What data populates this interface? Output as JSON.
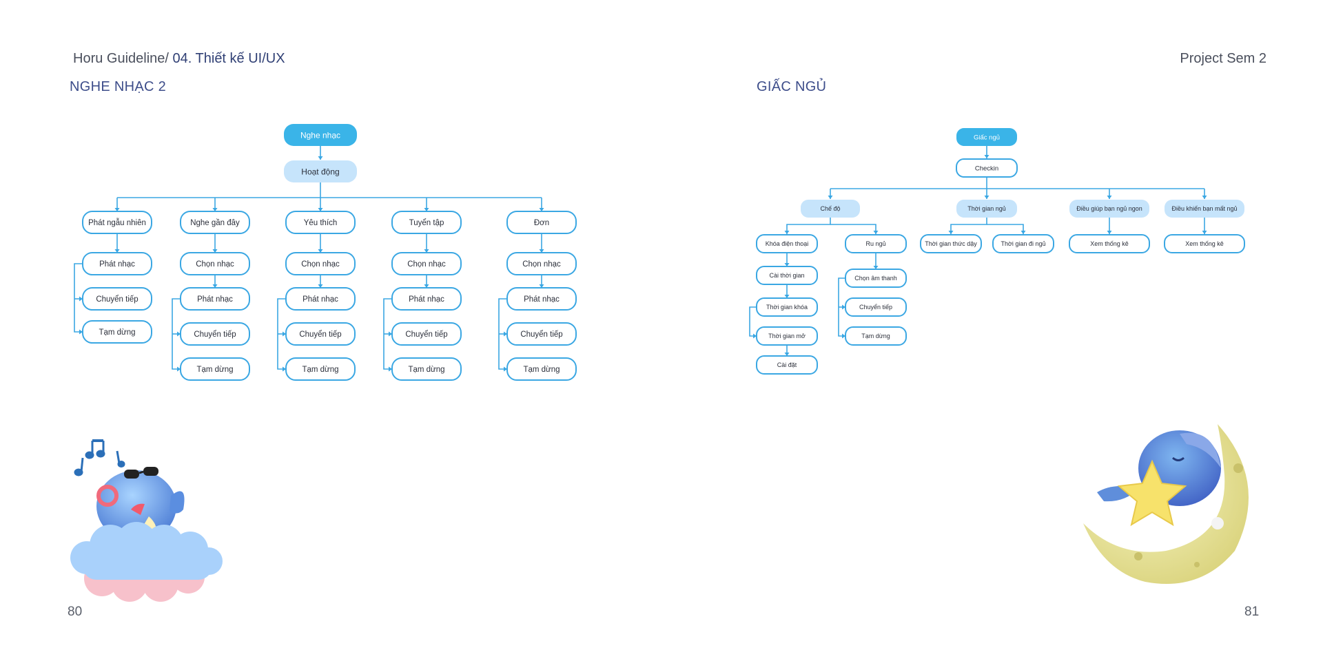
{
  "header": {
    "breadcrumb_prefix": "Horu Guideline/ ",
    "breadcrumb_current": "04. Thiết kế UI/UX",
    "project": "Project Sem 2"
  },
  "colors": {
    "node_filled": "#3ab4e8",
    "node_light": "#c6e4fb",
    "node_border": "#3aa7e3",
    "node_text": "#2b2f3a",
    "connector": "#3aa7e3"
  },
  "left": {
    "title": "NGHE NHẠC 2",
    "page_number": "80",
    "root": "Nghe nhạc",
    "level1": "Hoạt động",
    "columns": [
      {
        "header": "Phát ngẫu nhiên",
        "items": [
          "Phát nhạc",
          "Chuyển tiếp",
          "Tạm dừng"
        ]
      },
      {
        "header": "Nghe gần đây",
        "items": [
          "Chọn nhạc",
          "Phát nhạc",
          "Chuyển tiếp",
          "Tạm dừng"
        ]
      },
      {
        "header": "Yêu thích",
        "items": [
          "Chọn nhạc",
          "Phát nhạc",
          "Chuyển tiếp",
          "Tạm dừng"
        ]
      },
      {
        "header": "Tuyển tập",
        "items": [
          "Chọn nhạc",
          "Phát nhạc",
          "Chuyển tiếp",
          "Tạm dừng"
        ]
      },
      {
        "header": "Đơn",
        "items": [
          "Chọn nhạc",
          "Phát nhạc",
          "Chuyển tiếp",
          "Tạm dừng"
        ]
      }
    ]
  },
  "right": {
    "title": "GIẤC NGỦ",
    "page_number": "81",
    "root": "Giấc ngủ",
    "level1": "Checkin",
    "categories": [
      "Chế độ",
      "Thời gian ngủ",
      "Điều giúp bạn ngủ ngon",
      "Điều khiến bạn mất ngủ"
    ],
    "che_do": {
      "branch_a": "Khóa điện thoại",
      "branch_a_items": [
        "Cài thời gian",
        "Thời gian khóa",
        "Thời gian mở",
        "Cài đặt"
      ],
      "branch_b": "Ru ngủ",
      "branch_b_items": [
        "Chọn âm thanh",
        "Chuyển tiếp",
        "Tạm dừng"
      ]
    },
    "thoi_gian": [
      "Thời gian thức dậy",
      "Thời gian đi ngủ"
    ],
    "giup_ngu": "Xem thống kê",
    "mat_ngu": "Xem thống kê"
  },
  "illustrations": [
    "whale-listening-music-on-cloud",
    "whale-sleeping-on-moon-with-star"
  ]
}
